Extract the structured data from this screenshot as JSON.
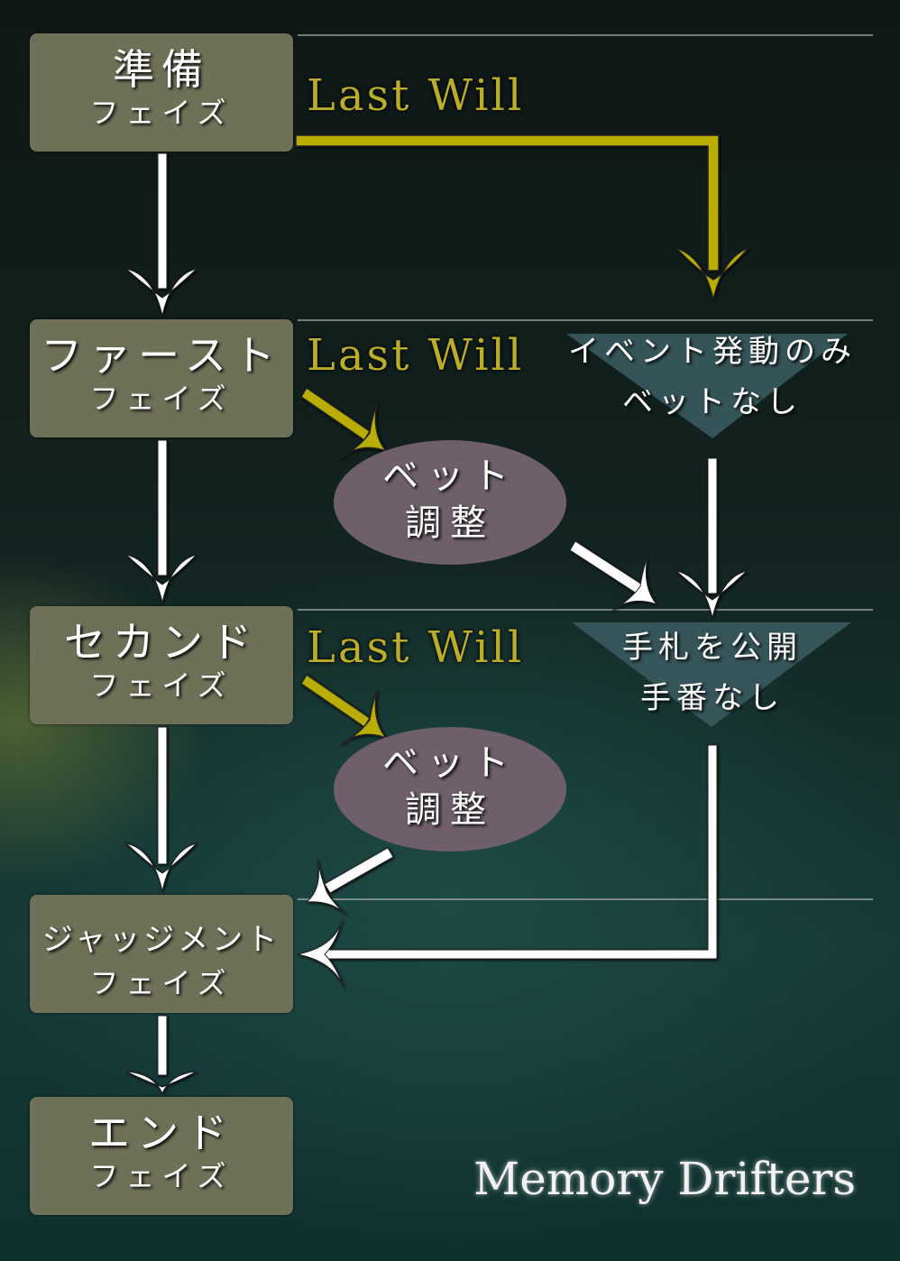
{
  "phases": [
    {
      "title": "準備",
      "sub": "フェイズ"
    },
    {
      "title": "ファースト",
      "sub": "フェイズ"
    },
    {
      "title": "セカンド",
      "sub": "フェイズ"
    },
    {
      "title": "ジャッジメント",
      "sub": "フェイズ"
    },
    {
      "title": "エンド",
      "sub": "フェイズ"
    }
  ],
  "last_will": "Last Will",
  "bet_adjust": {
    "line1": "ベット",
    "line2": "調整"
  },
  "notes": [
    {
      "line1": "イベント発動のみ",
      "line2": "ベットなし"
    },
    {
      "line1": "手札を公開",
      "line2": "手番なし"
    }
  ],
  "logo": "Memory Drifters",
  "colors": {
    "phase_box": "#6f7058",
    "bet_ellipse": "#6e5f6a",
    "note_triangle": "#3a5a5f",
    "last_will_arrow": "#b8ad00",
    "flow_arrow": "#ffffff"
  }
}
